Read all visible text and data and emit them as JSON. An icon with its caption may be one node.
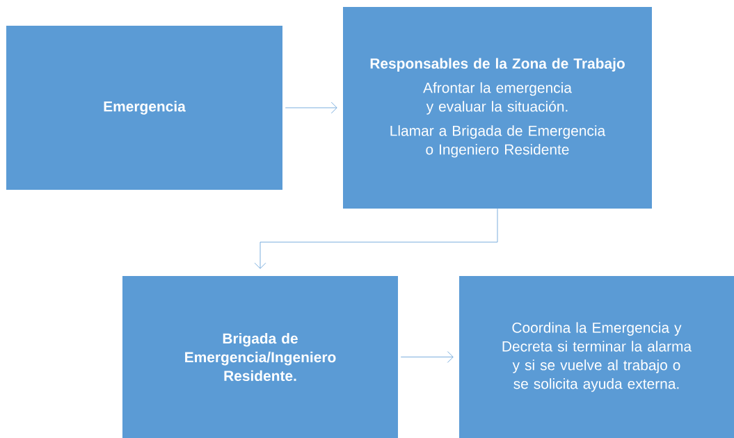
{
  "diagram": {
    "nodes": [
      {
        "text": [
          "Emergencia"
        ]
      },
      {
        "text": [
          "Responsables de la Zona de Trabajo",
          "Afrontar la emergencia y evaluar la situación.",
          "Llamar a Brigada de Emergencia o Ingeniero Residente"
        ]
      },
      {
        "text": [
          "Brigada de Emergencia/Ingeniero Residente."
        ]
      },
      {
        "text": [
          "Coordina la Emergencia y Decreta si terminar la alarma y si se vuelve al trabajo o se solicita ayuda externa."
        ]
      }
    ],
    "edges": [
      {
        "from": 0,
        "to": 1,
        "arrow": "to"
      },
      {
        "from": 1,
        "to": 2,
        "arrow": "to"
      },
      {
        "from": 2,
        "to": 3,
        "arrow": "to"
      }
    ]
  }
}
